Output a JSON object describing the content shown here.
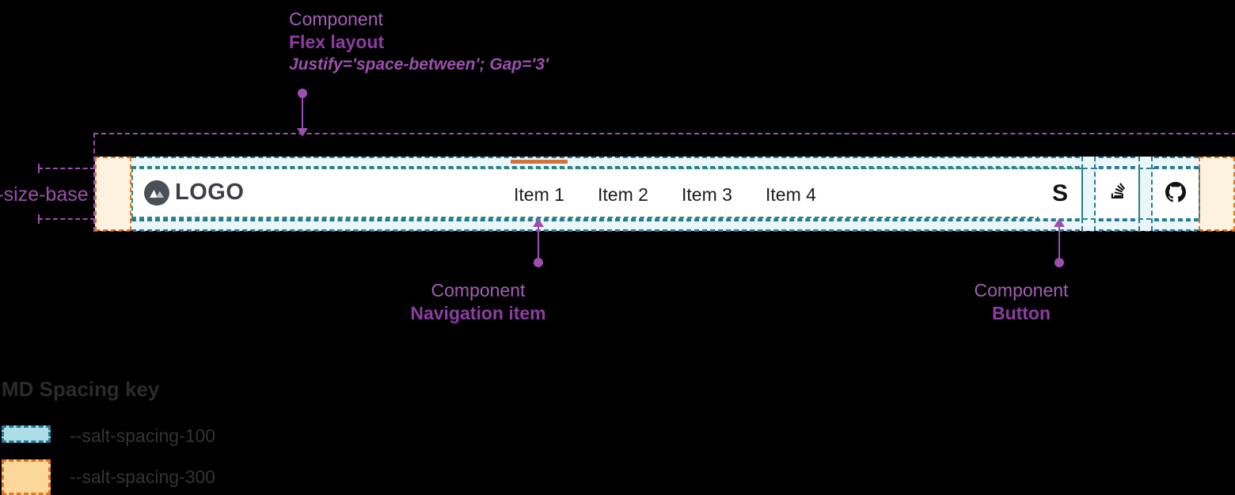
{
  "annotations": {
    "flex_layout": {
      "kind": "Component",
      "name": "Flex layout",
      "props": "Justify='space-between'; Gap='3'"
    },
    "navigation_item": {
      "kind": "Component",
      "name": "Navigation item"
    },
    "button": {
      "kind": "Component",
      "name": "Button"
    },
    "size_base": {
      "label": "--size-base"
    }
  },
  "header": {
    "logo": {
      "icon": "mountain-logo-icon",
      "wordmark": "LOGO"
    },
    "nav_items": [
      {
        "label": "Item 1",
        "active": true
      },
      {
        "label": "Item 2",
        "active": false
      },
      {
        "label": "Item 3",
        "active": false
      },
      {
        "label": "Item 4",
        "active": false
      }
    ],
    "actions": [
      {
        "icon": "salt-s-icon",
        "glyph": "S"
      },
      {
        "icon": "stackoverflow-icon"
      },
      {
        "icon": "github-icon"
      }
    ]
  },
  "spacing_key": {
    "title": "MD Spacing key",
    "entries": [
      {
        "token": "--salt-spacing-100",
        "swatch": "spacing-100"
      },
      {
        "token": "--salt-spacing-300",
        "swatch": "spacing-300"
      }
    ]
  },
  "colors": {
    "annotation_purple": "#9C4FAF",
    "spacing_100_fill": "#AEDDE6",
    "spacing_100_border": "#1F7A99",
    "spacing_300_fill": "#FCD79A",
    "spacing_300_border": "#E3741E",
    "nav_active_indicator": "#D2733A",
    "header_background": "#FFFFFF",
    "logo_mark": "#4A4F58"
  }
}
